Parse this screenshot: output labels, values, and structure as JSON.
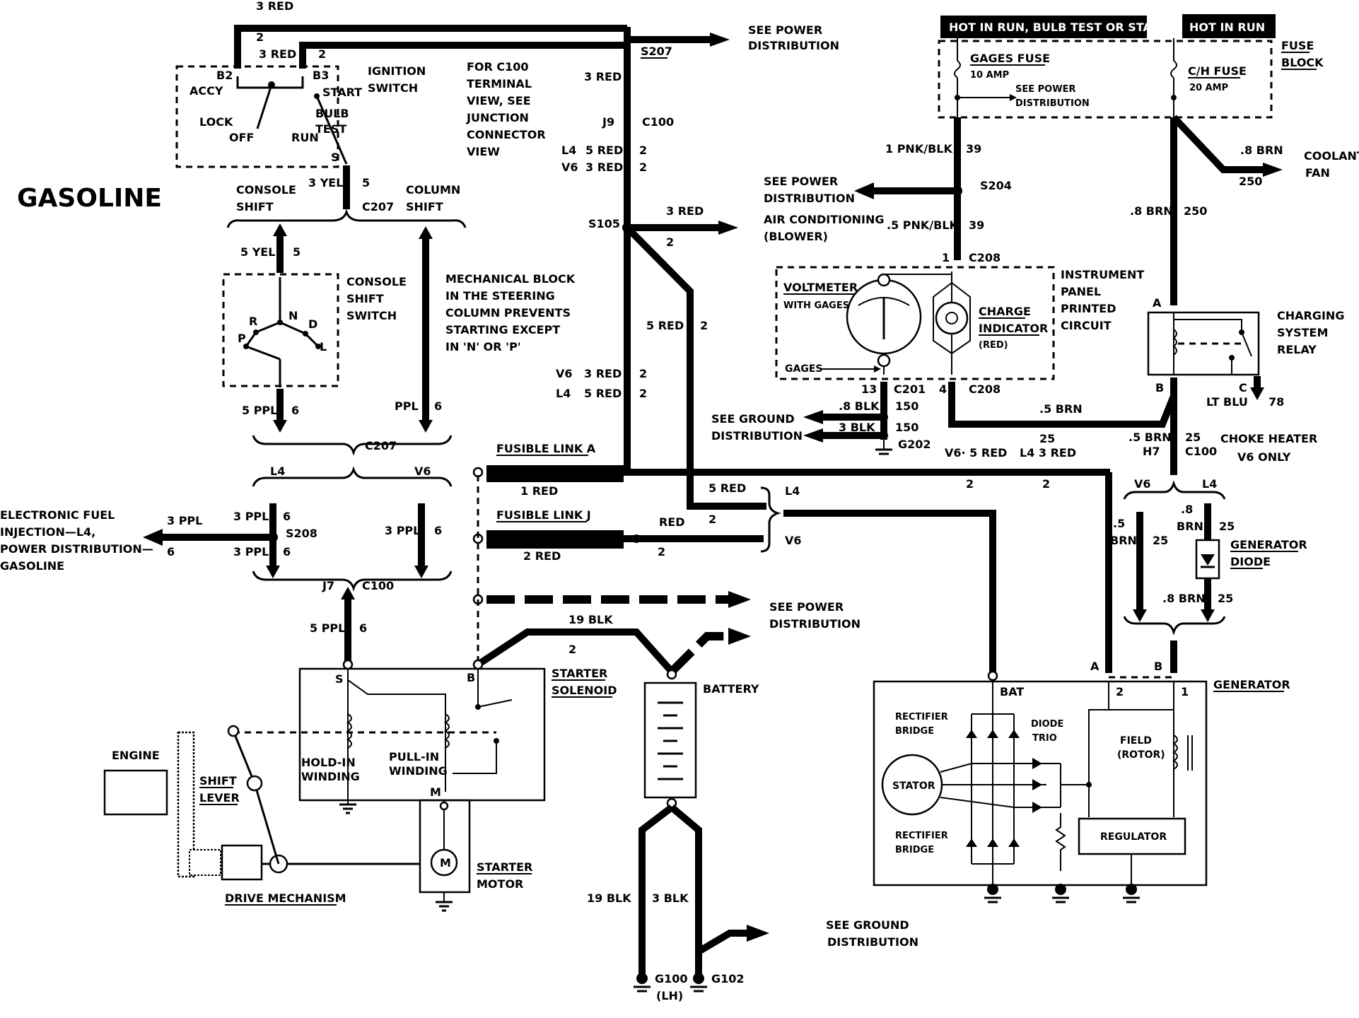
{
  "title": "GASOLINE",
  "labels": {
    "l3red_top": "3 RED",
    "l2_top": "2",
    "l3red_b3": "3 RED",
    "l2_b3": "2",
    "see_power_dist_1": "SEE POWER",
    "see_power_dist_1b": "DISTRIBUTION",
    "s207": "S207",
    "hot_run_bulb": "HOT IN RUN, BULB TEST OR START",
    "hot_run": "HOT IN RUN",
    "fuse_block": "FUSE",
    "fuse_block_b": "BLOCK",
    "gages_fuse": "GAGES FUSE",
    "gages_amp": "10 AMP",
    "ch_fuse": "C/H FUSE",
    "ch_amp": "20 AMP",
    "see_power_fuse": "SEE POWER",
    "see_power_fuse_b": "DISTRIBUTION",
    "ignition_switch": "IGNITION",
    "ignition_switch_b": "SWITCH",
    "b2": "B2",
    "b3": "B3",
    "accy": "ACCY",
    "start": "START",
    "lock": "LOCK",
    "bulb": "BULB",
    "test": "TEST",
    "off": "OFF",
    "run": "RUN",
    "s_term": "S",
    "for_c100_1": "FOR C100",
    "for_c100_2": "TERMINAL",
    "for_c100_3": "VIEW, SEE",
    "for_c100_4": "JUNCTION",
    "for_c100_5": "CONNECTOR",
    "for_c100_6": "VIEW",
    "r3red_a": "3 RED",
    "j9": "J9",
    "c100_a": "C100",
    "l4": "L4",
    "v6": "V6",
    "l4_5red": "5 RED",
    "v6_3red": "3 RED",
    "two": "2",
    "pnk_blk": "1 PNK/BLK",
    "n39": "39",
    "coolant": "COOLANT",
    "fan": "FAN",
    "brn08": ".8 BRN",
    "n250": "250",
    "see_power_2": "SEE POWER",
    "see_power_2b": "DISTRIBUTION",
    "s204": "S204",
    "ac_blower": "AIR CONDITIONING",
    "ac_blower_b": "(BLOWER)",
    "pnk_blk_05": ".5 PNK/BLK",
    "brn08b": ".8 BRN",
    "yel3": "3 YEL",
    "n5": "5",
    "console_shift": "CONSOLE",
    "console_shift_b": "SHIFT",
    "column_shift": "COLUMN",
    "column_shift_b": "SHIFT",
    "c207": "C207",
    "s105": "S105",
    "r3red_b": "3 RED",
    "yel5": "5 YEL",
    "c208_a": "C208",
    "one": "1",
    "instrument_panel": "INSTRUMENT",
    "instrument_panel_b": "PANEL",
    "instrument_panel_c": "PRINTED",
    "instrument_panel_d": "CIRCUIT",
    "voltmeter": "VOLTMETER",
    "with_gages": "WITH GAGES",
    "charge_ind": "CHARGE",
    "charge_ind_b": "INDICATOR",
    "charge_ind_c": "(RED)",
    "a_term": "A",
    "charging_relay": "CHARGING",
    "charging_relay_b": "SYSTEM",
    "charging_relay_c": "RELAY",
    "console_switch": "CONSOLE",
    "console_switch_b": "SHIFT",
    "console_switch_c": "SWITCH",
    "gear_r": "R",
    "gear_n": "N",
    "gear_p": "P",
    "gear_d": "D",
    "gear_l": "L",
    "mech_block_1": "MECHANICAL BLOCK",
    "mech_block_2": "IN THE STEERING",
    "mech_block_3": "COLUMN PREVENTS",
    "mech_block_4": "STARTING EXCEPT",
    "mech_block_5": "IN 'N' OR 'P'",
    "red5": "5 RED",
    "gages": "GAGES",
    "n13": "13",
    "c201": "C201",
    "n4": "4",
    "c208_b": "C208",
    "b_term": "B",
    "c_term": "C",
    "lt_blu": "LT BLU",
    "n78": "78",
    "v6_3red_b": "3 RED",
    "l4_5red_b": "5 RED",
    "see_ground_1": "SEE GROUND",
    "see_ground_1b": "DISTRIBUTION",
    "blk08": ".8 BLK",
    "n150": "150",
    "blk3": "3 BLK",
    "n150b": "150",
    "g202": "G202",
    "brn05": ".5 BRN",
    "n25": "25",
    "choke": "CHOKE HEATER",
    "choke_b": "V6 ONLY",
    "h7": "H7",
    "c100_b": "C100",
    "ppl5": "5 PPL",
    "n6": "6",
    "ppl": "PPL",
    "fusible_a": "FUSIBLE LINK A",
    "red1": "1 RED",
    "v6_5red": "V6· 5 RED",
    "l4_3red": "L4   3 RED",
    "c207_b": "C207",
    "red5_b": "5 RED",
    "efi_1": "ELECTRONIC FUEL",
    "efi_2": "INJECTION—L4,",
    "efi_3": "POWER DISTRIBUTION—",
    "efi_4": "GASOLINE",
    "ppl3": "3 PPL",
    "s208": "S208",
    "fusible_j": "FUSIBLE LINK J",
    "red": "RED",
    "red2": "2 RED",
    "brn_05_v": ".5",
    "brn_word": "BRN",
    "brn08c": ".8",
    "generator_diode": "GENERATOR",
    "generator_diode_b": "DIODE",
    "j7": "J7",
    "c100_c": "C100",
    "see_power_3": "SEE POWER",
    "see_power_3b": "DISTRIBUTION",
    "blk19": "19 BLK",
    "starter_solenoid": "STARTER",
    "starter_solenoid_b": "SOLENOID",
    "battery": "BATTERY",
    "generator": "GENERATOR",
    "bat": "BAT",
    "rect_bridge": "RECTIFIER",
    "rect_bridge_b": "BRIDGE",
    "diode_trio": "DIODE",
    "diode_trio_b": "TRIO",
    "field": "FIELD",
    "field_b": "(ROTOR)",
    "stator": "STATOR",
    "regulator": "REGULATOR",
    "engine": "ENGINE",
    "shift_lever": "SHIFT",
    "shift_lever_b": "LEVER",
    "hold_in": "HOLD-IN",
    "hold_in_b": "WINDING",
    "pull_in": "PULL-IN",
    "pull_in_b": "WINDING",
    "m_term": "M",
    "starter_motor": "STARTER",
    "starter_motor_b": "MOTOR",
    "drive_mech": "DRIVE MECHANISM",
    "blk3b": "3 BLK",
    "see_ground_2": "SEE GROUND",
    "see_ground_2b": "DISTRIBUTION",
    "g100": "G100",
    "lh": "(LH)",
    "g102": "G102",
    "motor_m": "M"
  }
}
